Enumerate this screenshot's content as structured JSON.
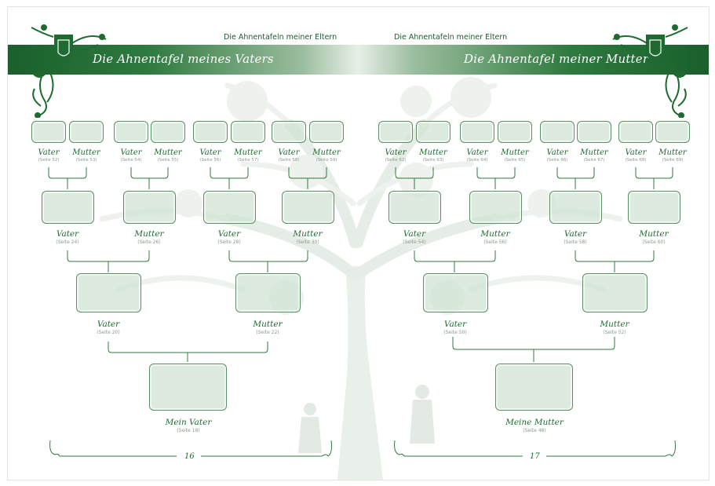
{
  "header": {
    "left_small": "Die Ahnentafeln meiner Eltern",
    "right_small": "Die Ahnentafeln meiner Eltern",
    "left_title": "Die Ahnentafel meines Vaters",
    "right_title": "Die Ahnentafel meiner Mutter"
  },
  "left": {
    "gen4": [
      {
        "name": "Vater",
        "page": "(Seite 52)"
      },
      {
        "name": "Mutter",
        "page": "(Seite 53)"
      },
      {
        "name": "Vater",
        "page": "(Seite 54)"
      },
      {
        "name": "Mutter",
        "page": "(Seite 55)"
      },
      {
        "name": "Vater",
        "page": "(Seite 56)"
      },
      {
        "name": "Mutter",
        "page": "(Seite 57)"
      },
      {
        "name": "Vater",
        "page": "(Seite 58)"
      },
      {
        "name": "Mutter",
        "page": "(Seite 59)"
      }
    ],
    "gen3": [
      {
        "name": "Vater",
        "page": "(Seite 24)"
      },
      {
        "name": "Mutter",
        "page": "(Seite 26)"
      },
      {
        "name": "Vater",
        "page": "(Seite 28)"
      },
      {
        "name": "Mutter",
        "page": "(Seite 30)"
      }
    ],
    "gen2": [
      {
        "name": "Vater",
        "page": "(Seite 20)"
      },
      {
        "name": "Mutter",
        "page": "(Seite 22)"
      }
    ],
    "gen1": {
      "name": "Mein Vater",
      "page": "(Seite 18)"
    },
    "page_number": "16"
  },
  "right": {
    "gen4": [
      {
        "name": "Vater",
        "page": "(Seite 62)"
      },
      {
        "name": "Mutter",
        "page": "(Seite 63)"
      },
      {
        "name": "Vater",
        "page": "(Seite 64)"
      },
      {
        "name": "Mutter",
        "page": "(Seite 65)"
      },
      {
        "name": "Vater",
        "page": "(Seite 66)"
      },
      {
        "name": "Mutter",
        "page": "(Seite 67)"
      },
      {
        "name": "Vater",
        "page": "(Seite 68)"
      },
      {
        "name": "Mutter",
        "page": "(Seite 69)"
      }
    ],
    "gen3": [
      {
        "name": "Vater",
        "page": "(Seite 54)"
      },
      {
        "name": "Mutter",
        "page": "(Seite 56)"
      },
      {
        "name": "Vater",
        "page": "(Seite 58)"
      },
      {
        "name": "Mutter",
        "page": "(Seite 60)"
      }
    ],
    "gen2": [
      {
        "name": "Vater",
        "page": "(Seite 50)"
      },
      {
        "name": "Mutter",
        "page": "(Seite 52)"
      }
    ],
    "gen1": {
      "name": "Meine Mutter",
      "page": "(Seite 48)"
    },
    "page_number": "17"
  },
  "colors": {
    "accent": "#1f6a31",
    "box_fill": "#cee2d2",
    "box_border": "#5d8f67"
  }
}
